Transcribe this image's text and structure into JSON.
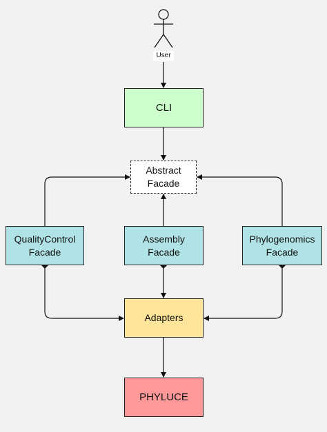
{
  "actor": {
    "label": "User"
  },
  "nodes": {
    "cli": {
      "label": "CLI"
    },
    "abstract_facade": {
      "label": "Abstract\nFacade"
    },
    "quality_control_facade": {
      "label": "QualityControl\nFacade"
    },
    "assembly_facade": {
      "label": "Assembly\nFacade"
    },
    "phylogenomics_facade": {
      "label": "Phylogenomics\nFacade"
    },
    "adapters": {
      "label": "Adapters"
    },
    "phyluce": {
      "label": "PHYLUCE"
    }
  },
  "colors": {
    "background": "#f2f2f2",
    "cli": "#ccffcc",
    "abstract_facade": "#ffffff",
    "facades": "#b0e3e6",
    "adapters": "#fee599",
    "phyluce": "#ff9999",
    "edges": "#111111"
  }
}
